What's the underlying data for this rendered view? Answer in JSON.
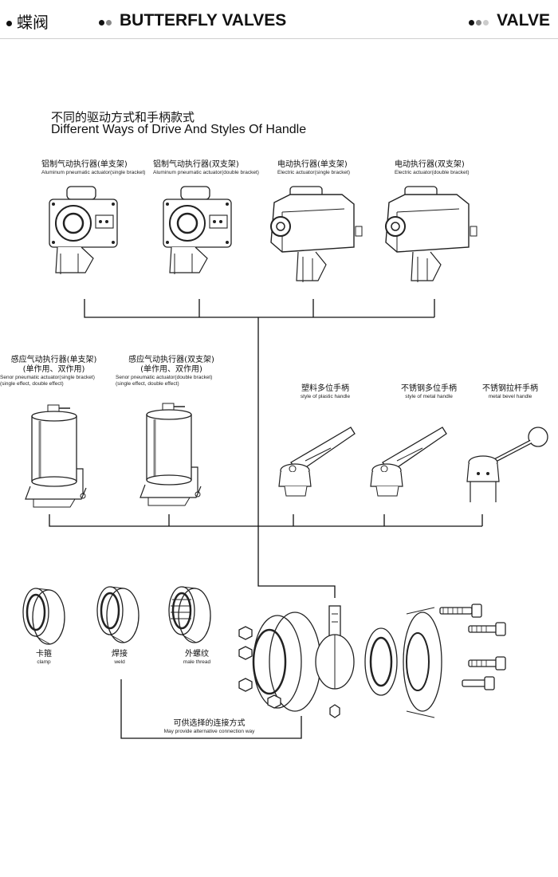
{
  "header": {
    "cn_title": "蝶阀",
    "en_title": "BUTTERFLY VALVES",
    "tag": "VALVE"
  },
  "section": {
    "title_cn": "不同的驱动方式和手柄款式",
    "title_en": "Different Ways of Drive And Styles Of Handle"
  },
  "actuators": [
    {
      "cn": "铝制气动执行器(单支架)",
      "en": "Aluminum pneumatic actuator(single bracket)"
    },
    {
      "cn": "铝制气动执行器(双支架)",
      "en": "Aluminum pneumatic actuator(double bracket)"
    },
    {
      "cn": "电动执行器(单支架)",
      "en": "Electric actuator(single bracket)"
    },
    {
      "cn": "电动执行器(双支架)",
      "en": "Electric actuator(double bracket)"
    }
  ],
  "sensor_actuators": [
    {
      "cn": "感应气动执行器(单支架)",
      "cn2": "(单作用、双作用)",
      "en": "Senor pneumatic actuator(single bracket)",
      "en2": "(single effect, double effect)"
    },
    {
      "cn": "感应气动执行器(双支架)",
      "cn2": "(单作用、双作用)",
      "en": "Senor pneumatic actuator(double bracket)",
      "en2": "(single effect, double effect)"
    }
  ],
  "handles": [
    {
      "cn": "塑料多位手柄",
      "en": "style of plastic handle"
    },
    {
      "cn": "不锈钢多位手柄",
      "en": "style of metal handle"
    },
    {
      "cn": "不锈钢拉杆手柄",
      "en": "metal bevel handle"
    }
  ],
  "connections": [
    {
      "cn": "卡箍",
      "en": "clamp"
    },
    {
      "cn": "焊接",
      "en": "weld"
    },
    {
      "cn": "外螺纹",
      "en": "male thread"
    }
  ],
  "connection_note": {
    "cn": "可供选择的连接方式",
    "en": "May provide alternative connection way"
  },
  "colors": {
    "dot_dark": "#111111",
    "dot_mid": "#888888",
    "dot_light": "#cccccc",
    "rule": "#cfcfcf"
  }
}
